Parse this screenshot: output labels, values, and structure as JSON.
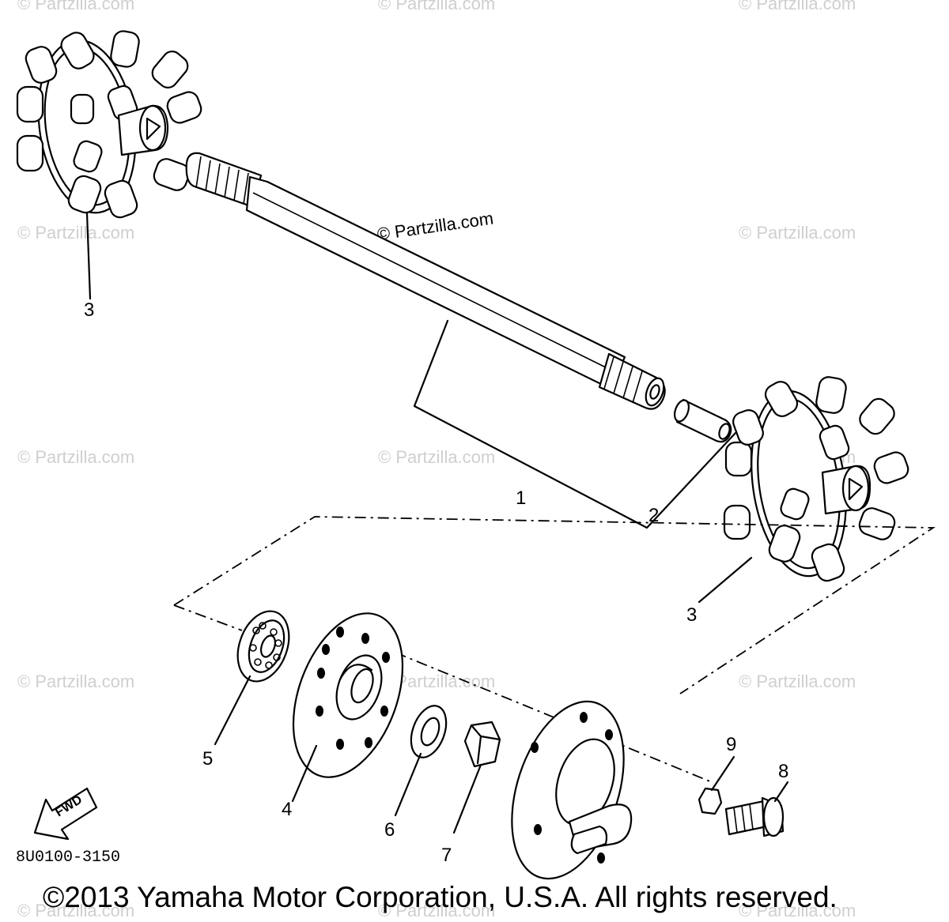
{
  "watermark_text": "© Partzilla.com",
  "credit_text": "© Partzilla.com",
  "diagram_code": "8U0100-3150",
  "fwd_label": "FWD",
  "copyright": "©2013 Yamaha Motor Corporation, U.S.A. All rights reserved.",
  "callouts": {
    "c1": "1",
    "c2": "2",
    "c3a": "3",
    "c3b": "3",
    "c4": "4",
    "c5": "5",
    "c6": "6",
    "c7": "7",
    "c8": "8",
    "c9": "9"
  }
}
